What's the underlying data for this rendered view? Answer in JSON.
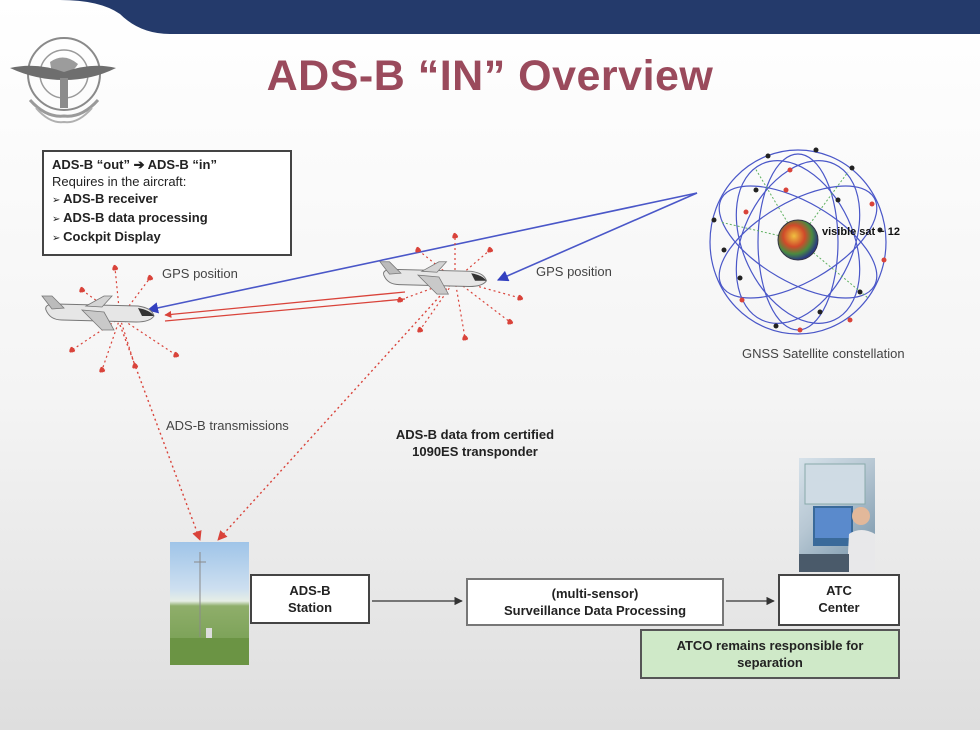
{
  "slide": {
    "title": "ADS-B “IN” Overview",
    "colors": {
      "title": "#9a4a5c",
      "top_bar": "#243a6b",
      "atco_box": "#cfe9c8",
      "rf_arrows": "#d9433a",
      "gps_arrows": "#4a57c8"
    }
  },
  "requirements": {
    "header": "ADS-B “out” ➔ ADS-B “in”",
    "intro": "Requires in the aircraft:",
    "items": [
      "ADS-B receiver",
      "ADS-B data processing",
      "Cockpit Display"
    ]
  },
  "labels": {
    "gps_left": "GPS position",
    "gps_right": "GPS position",
    "satellites_visible": "visible sat ~ 12",
    "gnss": "GNSS Satellite constellation",
    "transmissions": "ADS-B transmissions",
    "certified_line1": "ADS-B data from certified",
    "certified_line2": "1090ES transponder"
  },
  "nodes": {
    "station": {
      "line1": "ADS-B",
      "line2": "Station"
    },
    "processing": {
      "line1": "(multi-sensor)",
      "line2": "Surveillance Data Processing"
    },
    "atc": {
      "line1": "ATC",
      "line2": "Center"
    },
    "atco": {
      "line1": "ATCO remains responsible for",
      "line2": "separation"
    }
  },
  "icons": [
    "icao-logo-icon",
    "aircraft-icon",
    "satellite-globe-icon",
    "antenna-photo",
    "atc-operator-photo"
  ]
}
